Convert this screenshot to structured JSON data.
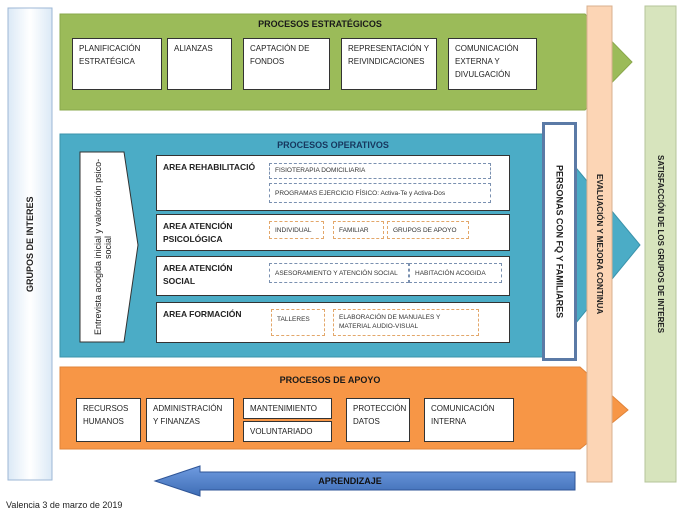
{
  "left_column": {
    "label": "GRUPOS DE INTERES"
  },
  "estrategicos": {
    "title": "PROCESOS ESTRATÉGICOS",
    "items": [
      "PLANIFICACIÓN ESTRATÉGICA",
      "ALIANZAS",
      "CAPTACIÓN DE FONDOS",
      "REPRESENTACIÓN Y REIVINDICACIONES",
      "COMUNICACIÓN EXTERNA Y DIVULGACIÓN"
    ]
  },
  "operativos": {
    "title": "PROCESOS OPERATIVOS",
    "entry": "Entrevista acogida inicial y valoración psico-social",
    "areas": [
      {
        "name": "AREA REHABILITACIÓ",
        "items": [
          "FISIOTERAPIA DOMICILIARIA",
          "PROGRAMAS EJERCICIO FÍSICO: Activa-Te y Activa-Dos"
        ]
      },
      {
        "name": "AREA ATENCIÓN PSICOLÓGICA",
        "items": [
          "INDIVIDUAL",
          "FAMILIAR",
          "GRUPOS DE APOYO"
        ]
      },
      {
        "name": "AREA ATENCIÓN SOCIAL",
        "items": [
          "ASESORAMIENTO Y ATENCIÓN SOCIAL",
          "HABITACIÓN ACOGIDA"
        ]
      },
      {
        "name": "AREA FORMACIÓN",
        "items": [
          "TALLERES",
          "ELABORACIÓN DE MANUALES Y MATERIAL AUDIO-VISUAL"
        ]
      }
    ]
  },
  "personas": {
    "label": "PERSONAS CON FQ Y FAMILIARES"
  },
  "apoyo": {
    "title": "PROCESOS DE APOYO",
    "items": [
      "RECURSOS HUMANOS",
      "ADMINISTRACIÓN Y FINANZAS",
      "MANTENIMIENTO",
      "VOLUNTARIADO",
      "PROTECCIÓN DATOS",
      "COMUNICACIÓN INTERNA"
    ]
  },
  "evaluacion": {
    "label": "EVALUACIÓN Y MEJORA CONTINUA"
  },
  "satisfaccion": {
    "label": "SATISFACCIÓN DE LOS GRUPOS DE INTERES"
  },
  "aprendizaje": {
    "label": "APRENDIZAJE"
  },
  "footer": {
    "date": "Valencia 3 de marzo de 2019"
  },
  "colors": {
    "green": "#9bbb59",
    "blue": "#4bacc6",
    "orange": "#f79646",
    "peach": "#fcd5b5",
    "lightgreen": "#d7e4bd",
    "arrow_blue": "#4f81bd"
  }
}
